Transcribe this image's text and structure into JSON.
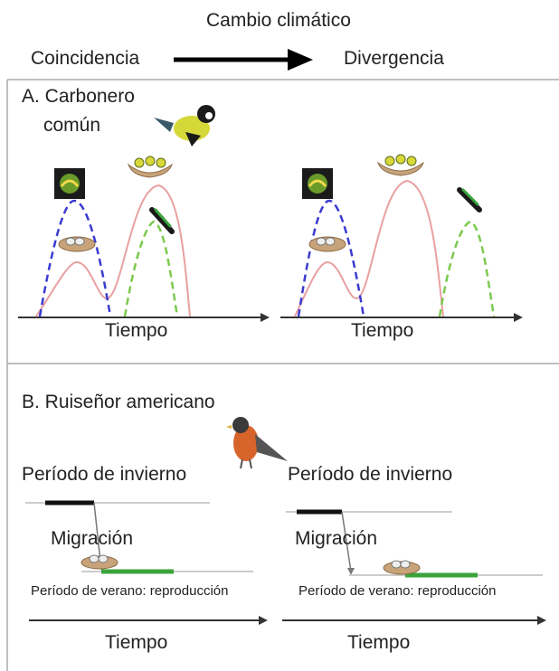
{
  "header": {
    "title": "Cambio climático",
    "left_label": "Coincidencia",
    "right_label": "Divergencia"
  },
  "panel_a": {
    "label": "A. Carbonero",
    "label_line2": "común",
    "left_axis_label": "Tiempo",
    "right_axis_label": "Tiempo",
    "bird_icon": "great-tit-bird-icon",
    "curve_colors": {
      "food": "#3b3bd0",
      "chick_demand": "#e9a0a0",
      "egg_laying": "#7cc94f"
    }
  },
  "panel_b": {
    "label": "B. Ruiseñor americano",
    "left": {
      "winter_label": "Período de invierno",
      "migration_label": "Migración",
      "summer_label": "Período de verano: reproducción",
      "axis_label": "Tiempo"
    },
    "right": {
      "winter_label": "Período de invierno",
      "migration_label": "Migración",
      "summer_label": "Período de verano: reproducción",
      "axis_label": "Tiempo"
    },
    "bird_icon": "american-robin-bird-icon",
    "bar_colors": {
      "winter": "#111111",
      "summer": "#3aa33a"
    }
  }
}
